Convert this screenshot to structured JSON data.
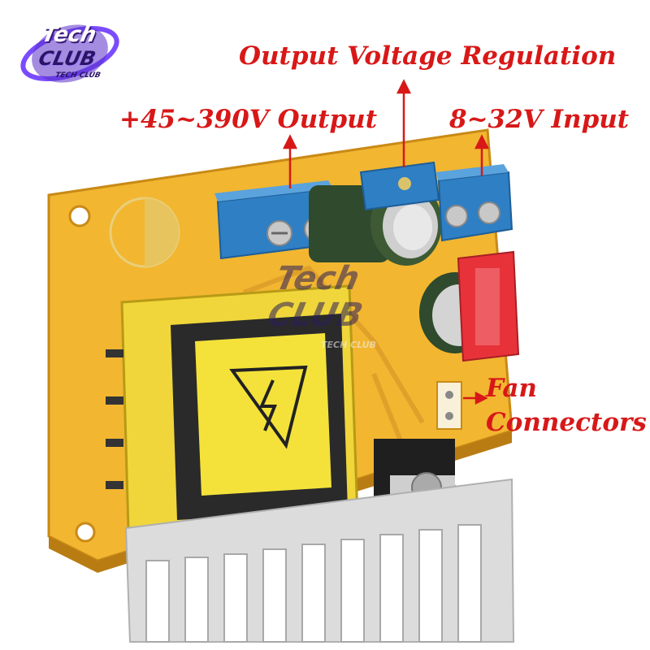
{
  "labels": {
    "output_voltage_regulation": "Output Voltage Regulation",
    "output_range": "+45~390V Output",
    "input_range": "8~32V Input",
    "fan_line1": "Fan",
    "fan_line2": "Connectors"
  },
  "logo": {
    "word1": "Tech",
    "word2": "CLUB",
    "word3": "TECH CLUB"
  },
  "colors": {
    "label_red": "#d81818",
    "pcb_yellow": "#f2b631",
    "terminal_blue": "#2f7fc4",
    "transformer_yellow": "#f4e23a",
    "heatsink_silver": "#dcdcdc"
  }
}
